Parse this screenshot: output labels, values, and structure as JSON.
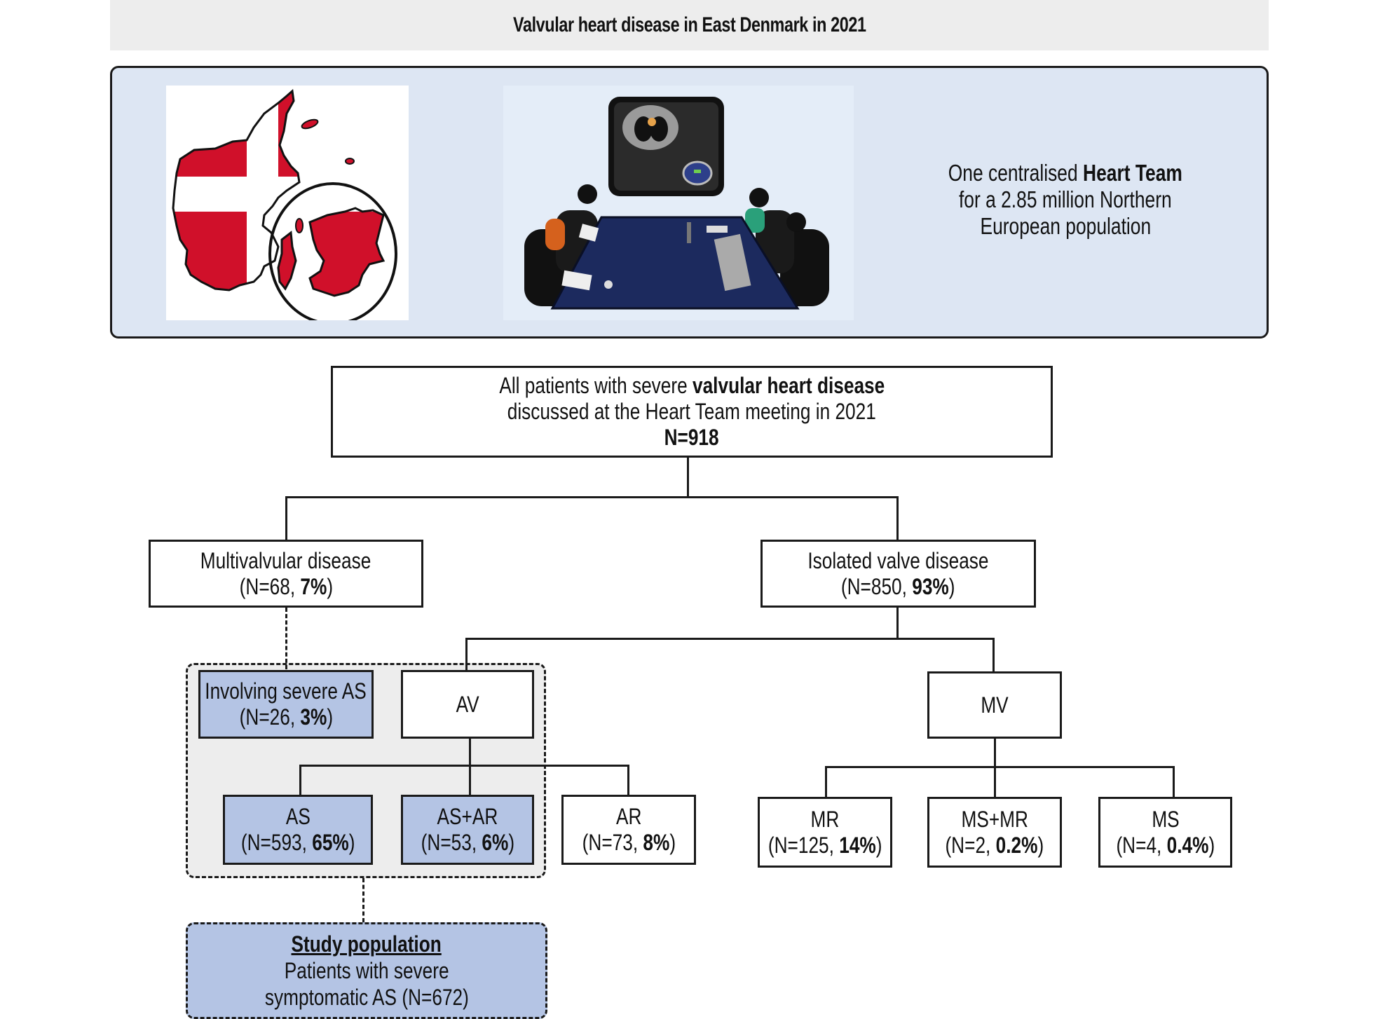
{
  "header": {
    "title": "Valvular heart disease in East Denmark in 2021"
  },
  "panel": {
    "images": [
      {
        "name": "denmark-map",
        "description": "Map of Denmark with Danish flag overlay, East Denmark circled"
      },
      {
        "name": "heart-team-meeting",
        "description": "Heart Team meeting around a conference table with imaging on screen"
      }
    ],
    "text_line1_pre": "One centralised ",
    "text_line1_bold": "Heart Team",
    "text_line2": "for a 2.85 million Northern",
    "text_line3": "European population"
  },
  "colors": {
    "header_bg": "#ededed",
    "panel_bg": "#dde6f3",
    "highlight_box": "#b4c4e4",
    "av_region_bg": "#ededed",
    "flag_red": "#d0102a",
    "table_navy": "#1c2a5e"
  },
  "flowchart": {
    "root": {
      "line1_pre": "All patients with severe ",
      "line1_bold": "valvular heart disease",
      "line2": "discussed at the Heart Team meeting in 2021",
      "line3_bold": "N=918"
    },
    "multivalvular": {
      "label": "Multivalvular disease",
      "n_text": "(N=68, ",
      "pct": "7%",
      "close": ")"
    },
    "isolated": {
      "label": "Isolated valve disease",
      "n_text": "(N=850, ",
      "pct": "93%",
      "close": ")"
    },
    "involving_as": {
      "label": "Involving severe AS",
      "n_text": "(N=26, ",
      "pct": "3%",
      "close": ")"
    },
    "av": {
      "label": "AV"
    },
    "mv": {
      "label": "MV"
    },
    "as": {
      "label": "AS",
      "n_text": "(N=593, ",
      "pct": "65%",
      "close": ")"
    },
    "as_ar": {
      "label": "AS+AR",
      "n_text": "(N=53, ",
      "pct": "6%",
      "close": ")"
    },
    "ar": {
      "label": "AR",
      "n_text": "(N=73, ",
      "pct": "8%",
      "close": ")"
    },
    "mr": {
      "label": "MR",
      "n_text": "(N=125, ",
      "pct": "14%",
      "close": ")"
    },
    "ms_mr": {
      "label": "MS+MR",
      "n_text": "(N=2, ",
      "pct": "0.2%",
      "close": ")"
    },
    "ms": {
      "label": "MS",
      "n_text": "(N=4, ",
      "pct": "0.4%",
      "close": ")"
    },
    "study": {
      "title": "Study population",
      "line2": "Patients with severe",
      "line3": "symptomatic AS (N=672)"
    }
  }
}
